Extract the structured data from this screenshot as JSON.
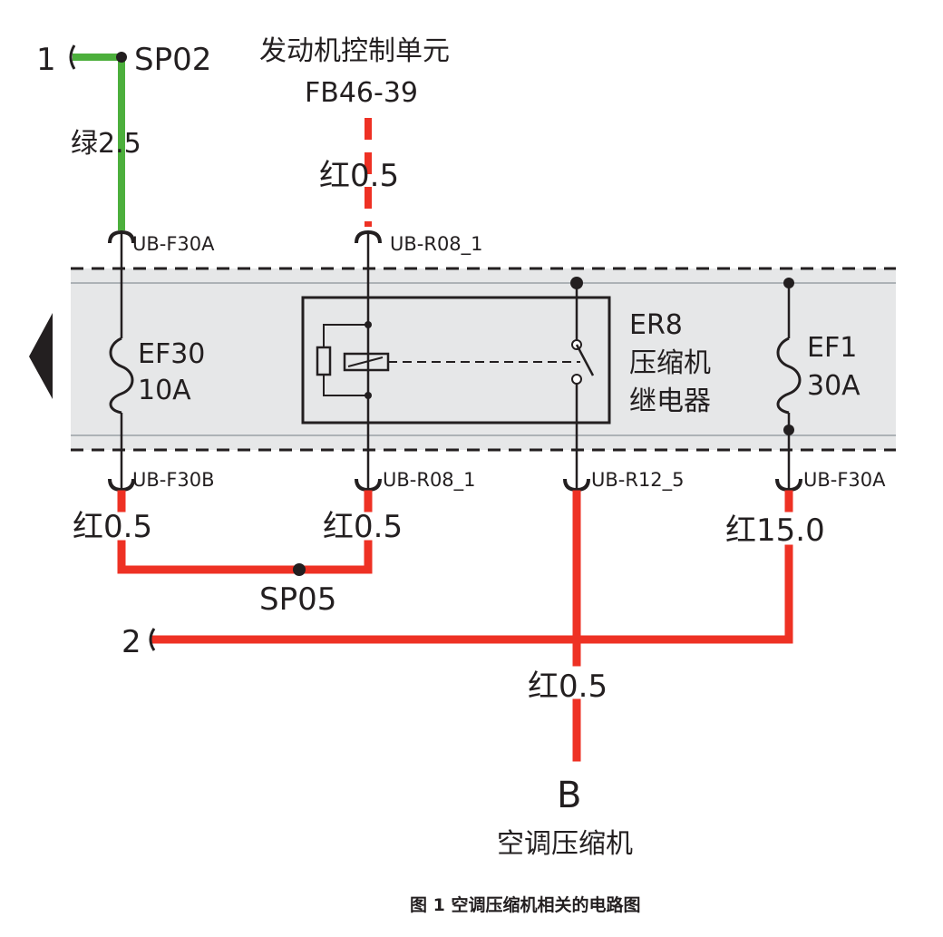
{
  "connectors": {
    "c1": "1",
    "c2": "2"
  },
  "splices": {
    "sp02": "SP02",
    "sp05": "SP05"
  },
  "ecu": {
    "name": "发动机控制单元",
    "pin": "FB46-39"
  },
  "wires": {
    "w_green": "绿2.5",
    "w_red_top": "红0.5",
    "w_red_f30b": "红0.5",
    "w_red_r08": "红0.5",
    "w_red_main": "红15.0",
    "w_red_bottom": "红0.5"
  },
  "terminals": {
    "t_f30a_top": "UB-F30A",
    "t_r08_top": "UB-R08_1",
    "t_f30b": "UB-F30B",
    "t_r08_bot": "UB-R08_1",
    "t_r12": "UB-R12_5",
    "t_f30a_bot": "UB-F30A"
  },
  "fuses": {
    "ef30_name": "EF30",
    "ef30_rating": "10A",
    "ef1_name": "EF1",
    "ef1_rating": "30A"
  },
  "relay": {
    "id": "ER8",
    "line1": "压缩机",
    "line2": "继电器"
  },
  "component": {
    "letter": "B",
    "name": "空调压缩机"
  },
  "caption": "图 1  空调压缩机相关的电路图",
  "colors": {
    "wire_green": "#4caf3c",
    "wire_red": "#ee3124",
    "ink": "#231f20",
    "box_fill": "#e6e7e8"
  }
}
